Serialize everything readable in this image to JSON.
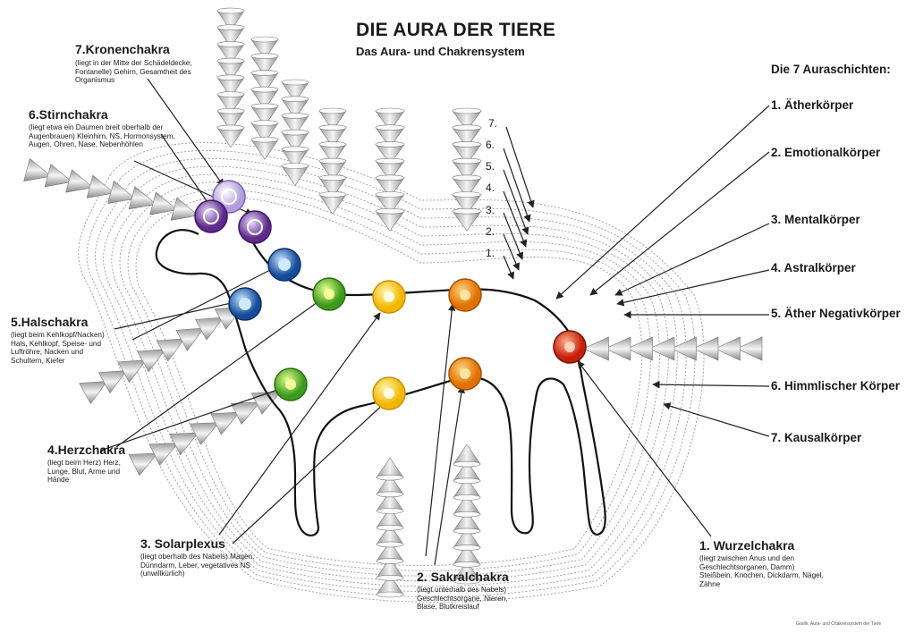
{
  "title": "DIE AURA DER TIERE",
  "subtitle": "Das Aura- und Chakrensystem",
  "layers_heading": "Die 7 Auraschichten:",
  "layers": [
    "1. Ätherkörper",
    "2. Emotionalkörper",
    "3. Mentalkörper",
    "4. Astralkörper",
    "5. Äther Negativkörper",
    "6. Himmlischer Körper",
    "7. Kausalkörper"
  ],
  "layer_numbers": [
    "7.",
    "6.",
    "5.",
    "4.",
    "3.",
    "2.",
    "1."
  ],
  "chakras": {
    "krone": {
      "name": "7.Kronenchakra",
      "desc": "(liegt in der Mitte der Schädeldecke, Fontanelle) Gehirn, Gesamtheit des Organismus",
      "color": "#b39ddb"
    },
    "stirn": {
      "name": "6.Stirnchakra",
      "desc": "(liegt etwa ein Daumen breit oberhalb der Augenbrauen) Kleinhirn, NS, Hormonsystem, Augen, Ohren, Nase, Nebenhöhlen",
      "color": "#7b3fa8"
    },
    "hals": {
      "name": "5.Halschakra",
      "desc": "(liegt beim Kehlkopf/Nacken) Hals, Kehlkopf, Speise- und Luftröhre, Nacken und Schultern, Kiefer",
      "color": "#1e5fb8"
    },
    "herz": {
      "name": "4.Herzchakra",
      "desc": "(liegt beim Herz) Herz, Lunge, Blut, Arme und Hände",
      "color": "#4caf2a"
    },
    "solar": {
      "name": "3. Solarplexus",
      "desc": "(liegt oberhalb des Nabels) Magen, Dünndarm, Leber, vegetatives NS (unwillkürlich)",
      "color": "#f5c400"
    },
    "sakral": {
      "name": "2. Sakralchakra",
      "desc": "(liegt unterhalb des Nabels) Geschlechtsorgane, Nieren, Blase, Blutkreislauf",
      "color": "#f08a00"
    },
    "wurzel": {
      "name": "1. Wurzelchakra",
      "desc": "(liegt zwischen Anus und den Geschlechtsorganen, Damm) Steißbein, Knochen, Dickdarm, Nägel, Zähne",
      "color": "#d62a12"
    }
  },
  "credit": "Grafik: Aura- und Chakrensystem der Tiere"
}
